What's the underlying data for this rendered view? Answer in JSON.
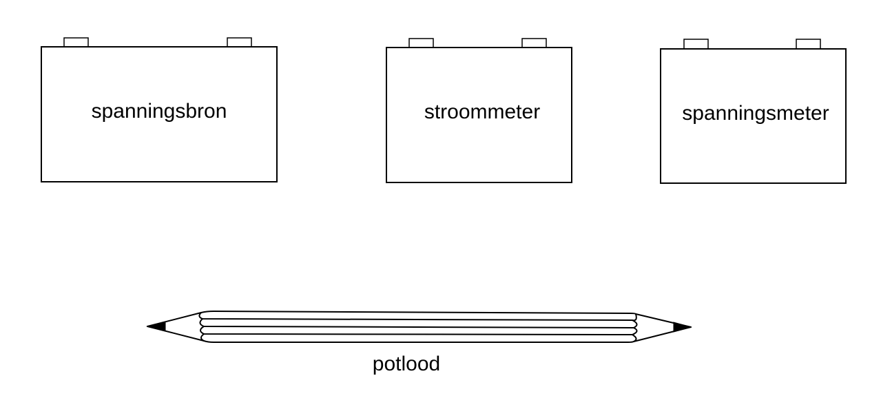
{
  "components": [
    {
      "id": "voltage-source",
      "label": "spanningsbron"
    },
    {
      "id": "ammeter",
      "label": "stroommeter"
    },
    {
      "id": "voltmeter",
      "label": "spanningsmeter"
    }
  ],
  "pencil": {
    "label": "potlood"
  },
  "colors": {
    "line": "#000000",
    "background": "#ffffff"
  }
}
